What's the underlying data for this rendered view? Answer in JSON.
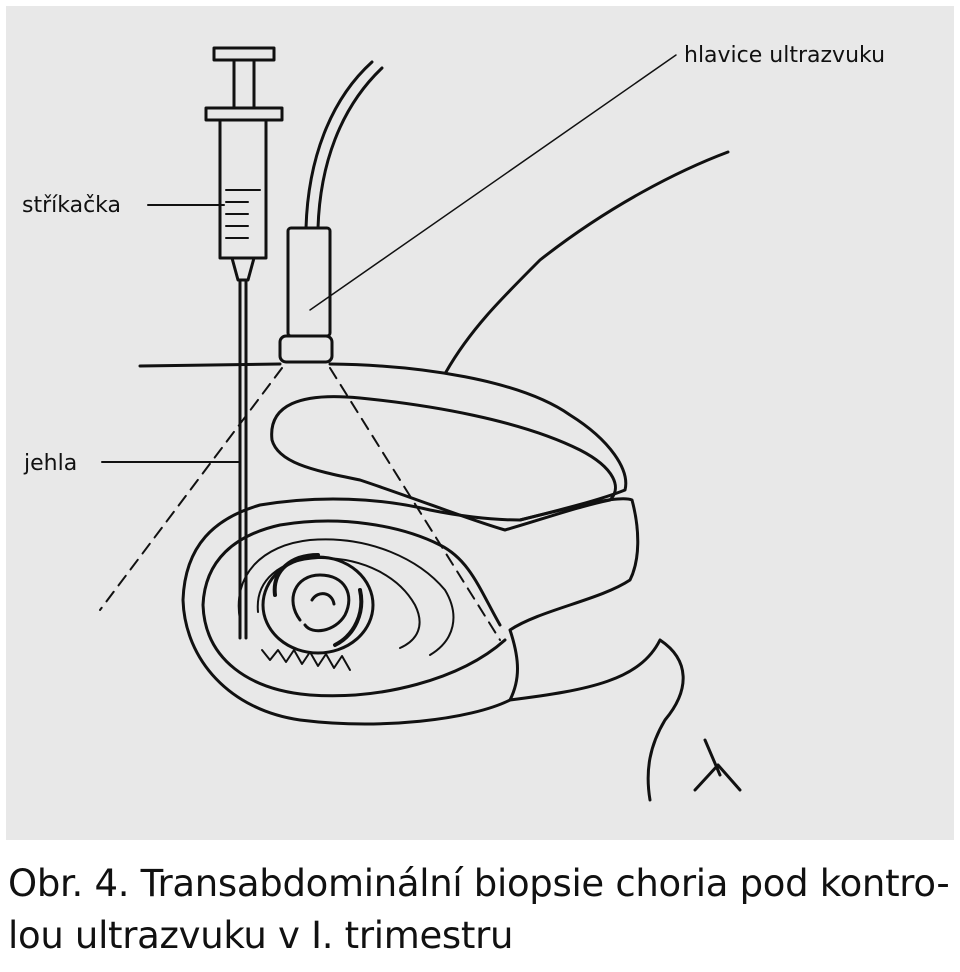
{
  "labels": {
    "ultrasound_head": "hlavice ultrazvuku",
    "syringe": "stříkačka",
    "needle": "jehla"
  },
  "caption": {
    "line1": "Obr. 4. Transabdominální biopsie choria pod kontro-",
    "line2": "lou ultrazvuku v I. trimestru"
  },
  "colors": {
    "panel_background": "#e8e8e8",
    "line": "#111111"
  }
}
